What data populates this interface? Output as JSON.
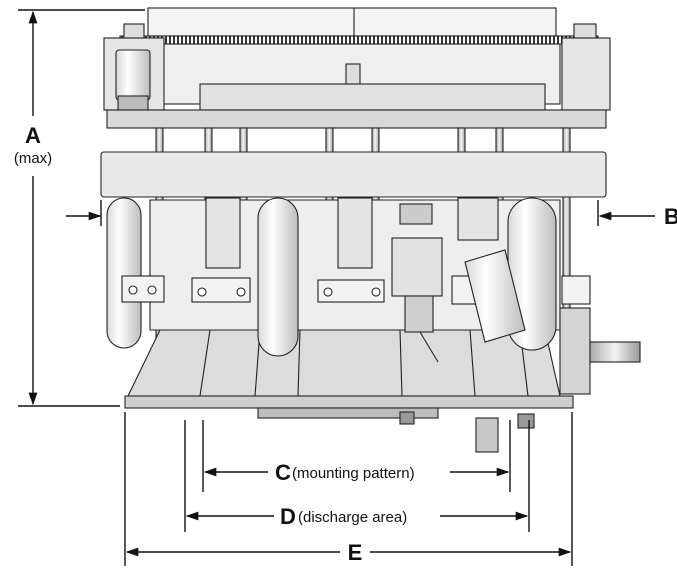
{
  "dimensions": {
    "a": {
      "letter": "A",
      "note": "(max)"
    },
    "b": {
      "letter": "B"
    },
    "c": {
      "letter": "C",
      "note": "(mounting pattern)"
    },
    "d": {
      "letter": "D",
      "note": "(discharge area)"
    },
    "e": {
      "letter": "E"
    }
  },
  "colors": {
    "line": "#111111",
    "machine_light": "#ececec",
    "machine_mid": "#cfcfcf",
    "machine_dark": "#8a8a8a"
  }
}
